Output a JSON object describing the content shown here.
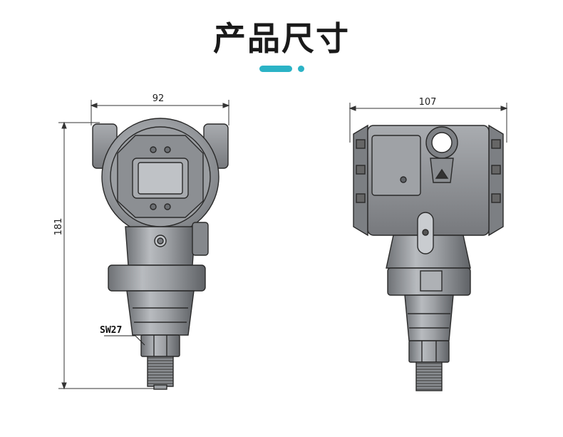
{
  "title": "产品尺寸",
  "colors": {
    "accent": "#2bb3c6",
    "body": "#8f9296",
    "outline": "#2a2a2a"
  },
  "front_view": {
    "width_label": "92",
    "height_label": "181",
    "wrench_label": "SW27"
  },
  "side_view": {
    "width_label": "107"
  }
}
